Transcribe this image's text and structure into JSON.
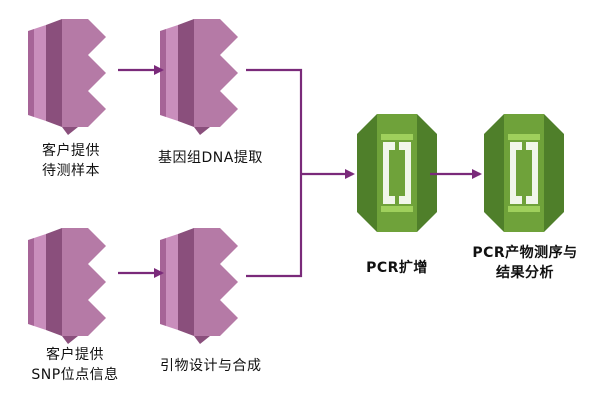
{
  "colors": {
    "pink_fill": "#c07fb0",
    "pink_dark": "#9a5a8b",
    "pink_light": "#d9a3cc",
    "green_fill": "#6fa23a",
    "green_dark": "#3f6f1f",
    "green_light": "#9fd05c",
    "arrow": "#7a2a7a"
  },
  "nodes": {
    "customer_sample": {
      "line1": "客户提供",
      "line2": "待测样本"
    },
    "dna_extraction": {
      "label": "基因组DNA提取"
    },
    "customer_snp": {
      "line1": "客户提供",
      "line2": "SNP位点信息"
    },
    "primer_design": {
      "label": "引物设计与合成"
    },
    "pcr_amplify": {
      "label": "PCR扩增"
    },
    "sequencing": {
      "line1": "PCR产物测序与",
      "line2": "结果分析"
    }
  }
}
